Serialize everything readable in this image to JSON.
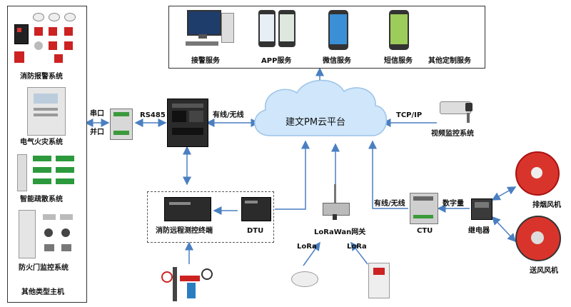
{
  "services": {
    "items": [
      {
        "label": "接警服务",
        "icon": "desktop-computer-icon"
      },
      {
        "label": "APP服务",
        "icon": "phone-app-icon"
      },
      {
        "label": "微信服务",
        "icon": "phone-wechat-icon"
      },
      {
        "label": "短信服务",
        "icon": "phone-sms-icon"
      },
      {
        "label": "其他定制服务",
        "icon": ""
      }
    ]
  },
  "systems": {
    "items": [
      {
        "label": "消防报警系统",
        "icon": "fire-alarm-devices-icon"
      },
      {
        "label": "电气火灾系统",
        "icon": "electrical-cabinet-icon"
      },
      {
        "label": "智能疏散系统",
        "icon": "evacuation-signs-icon"
      },
      {
        "label": "防火门监控系统",
        "icon": "fire-door-devices-icon"
      },
      {
        "label": "其他类型主机",
        "icon": ""
      }
    ]
  },
  "cloud": {
    "label": "建文PM云平台",
    "color": "#cfe6fb"
  },
  "ports": {
    "serial": "串口",
    "parallel": "并口",
    "rs485": "RS485"
  },
  "links": {
    "wired_top": "有线/无线",
    "wired_ctu": "有线/无线",
    "tcpip": "TCP/IP",
    "digital": "数字量",
    "lora_left": "LoRa",
    "lora_right": "LoRa"
  },
  "devices": {
    "terminal": "消防远程测控终端",
    "dtu": "DTU",
    "gateway": "LoRaWan网关",
    "ctu": "CTU",
    "relay": "继电器",
    "camera": "视频监控系统",
    "smoke_fan": "排烟风机",
    "supply_fan": "送风风机"
  },
  "colors": {
    "arrow": "#4a7fc1",
    "device_dark": "#2b2b2b",
    "fan_red": "#d9342b"
  }
}
